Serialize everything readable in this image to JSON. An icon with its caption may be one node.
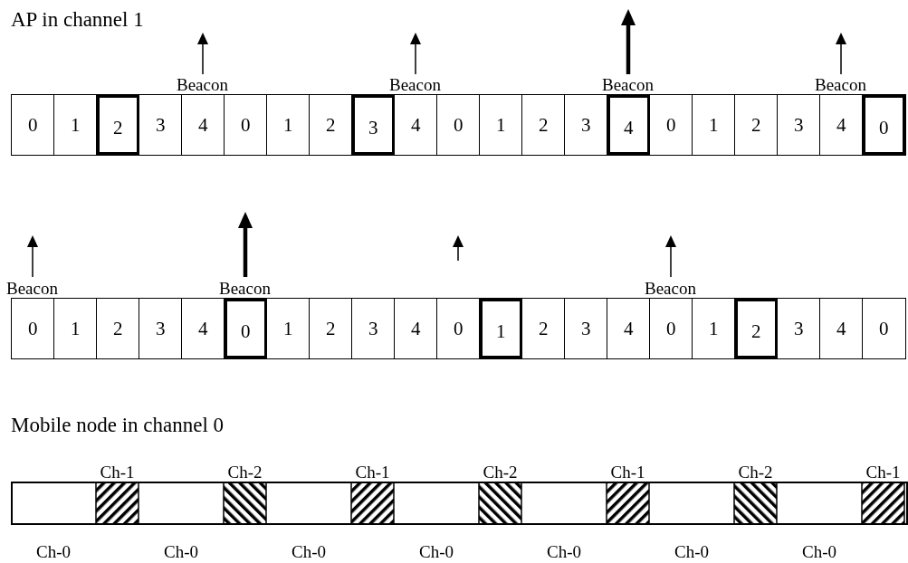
{
  "diagram": {
    "labels": [
      "AP in channel 1",
      "Beacon",
      "Beacon",
      "Beacon",
      "Beacon",
      "0",
      "1",
      "2",
      "3",
      "4",
      "0",
      "1",
      "2",
      "3",
      "4",
      "0",
      "1",
      "2",
      "3",
      "4",
      "0",
      "1",
      "2",
      "3",
      "4",
      "0",
      "Beacon",
      "Beacon",
      "Beacon",
      "0",
      "1",
      "2",
      "3",
      "4",
      "0",
      "1",
      "2",
      "3",
      "4",
      "0",
      "1",
      "2",
      "3",
      "4",
      "0",
      "1",
      "2",
      "3",
      "4",
      "0",
      "Mobile node in channel 0",
      "Ch-1",
      "Ch-2",
      "Ch-1",
      "Ch-2",
      "Ch-1",
      "Ch-2",
      "Ch-1",
      "Ch-0",
      "Ch-0",
      "Ch-0",
      "Ch-0",
      "Ch-0",
      "Ch-0",
      "Ch-0"
    ]
  }
}
